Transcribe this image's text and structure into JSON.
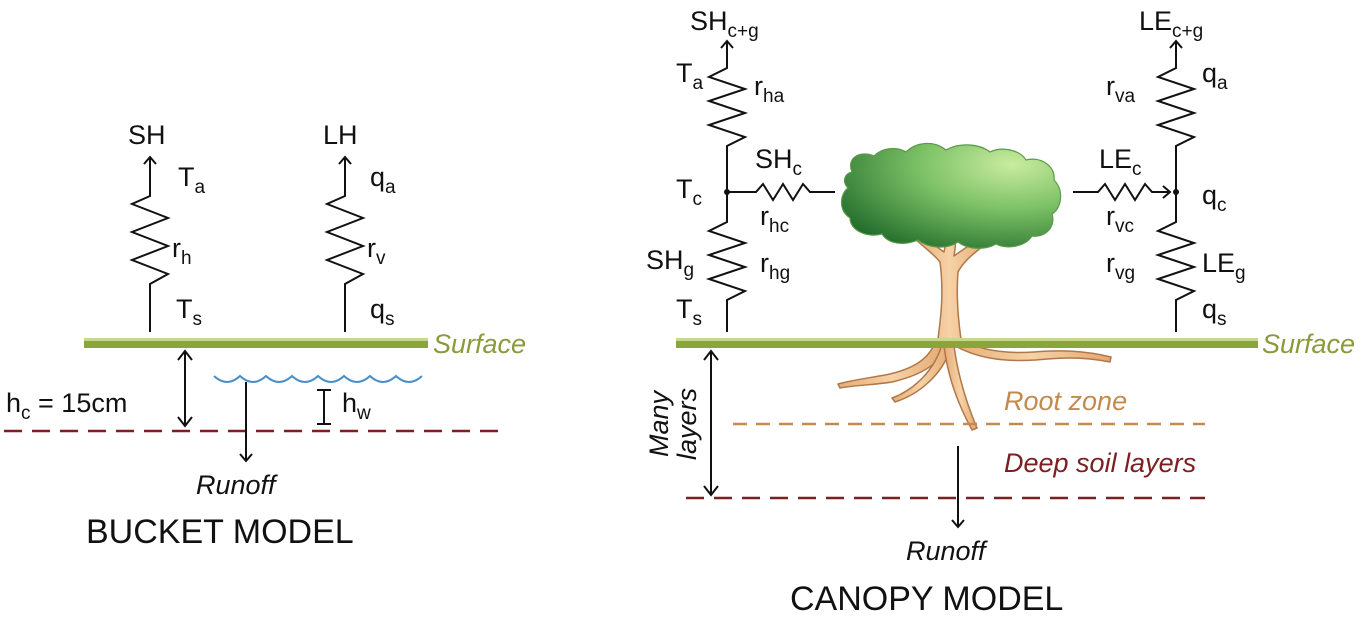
{
  "colors": {
    "surface": "#8aa63a",
    "surface_label": "#8a9a3c",
    "water": "#4a90c8",
    "root_zone": "#c58a4e",
    "deep_soil": "#7a1f22",
    "trunk": "#f3c89a",
    "trunk_edge": "#b0784a",
    "leaf_light": "#b7e29a",
    "leaf_dark": "#2e7d35"
  },
  "bucket": {
    "title": "BUCKET MODEL",
    "surface_label": "Surface",
    "runoff_label": "Runoff",
    "depth_label": {
      "base": "h",
      "sub": "c",
      "rest": " = 15cm"
    },
    "water_label": {
      "base": "h",
      "sub": "w"
    },
    "sh": {
      "flux": "SH",
      "top": {
        "base": "T",
        "sub": "a"
      },
      "res": {
        "base": "r",
        "sub": "h"
      },
      "bottom": {
        "base": "T",
        "sub": "s"
      }
    },
    "lh": {
      "flux": "LH",
      "top": {
        "base": "q",
        "sub": "a"
      },
      "res": {
        "base": "r",
        "sub": "v"
      },
      "bottom": {
        "base": "q",
        "sub": "s"
      }
    }
  },
  "canopy": {
    "title": "CANOPY MODEL",
    "surface_label": "Surface",
    "runoff_label": "Runoff",
    "root_zone_label": "Root zone",
    "deep_soil_label": "Deep soil layers",
    "layers_label_1": "Many",
    "layers_label_2": "layers",
    "sh_top": {
      "base": "SH",
      "sub": "c+g"
    },
    "le_top": {
      "base": "LE",
      "sub": "c+g"
    },
    "ta": {
      "base": "T",
      "sub": "a"
    },
    "rha": {
      "base": "r",
      "sub": "ha"
    },
    "tc": {
      "base": "T",
      "sub": "c"
    },
    "shc": {
      "base": "SH",
      "sub": "c"
    },
    "rhc": {
      "base": "r",
      "sub": "hc"
    },
    "shg": {
      "base": "SH",
      "sub": "g"
    },
    "rhg": {
      "base": "r",
      "sub": "hg"
    },
    "ts": {
      "base": "T",
      "sub": "s"
    },
    "rva": {
      "base": "r",
      "sub": "va"
    },
    "qa": {
      "base": "q",
      "sub": "a"
    },
    "lec": {
      "base": "LE",
      "sub": "c"
    },
    "qc": {
      "base": "q",
      "sub": "c"
    },
    "rvc": {
      "base": "r",
      "sub": "vc"
    },
    "rvg": {
      "base": "r",
      "sub": "vg"
    },
    "leg": {
      "base": "LE",
      "sub": "g"
    },
    "qs": {
      "base": "q",
      "sub": "s"
    }
  }
}
